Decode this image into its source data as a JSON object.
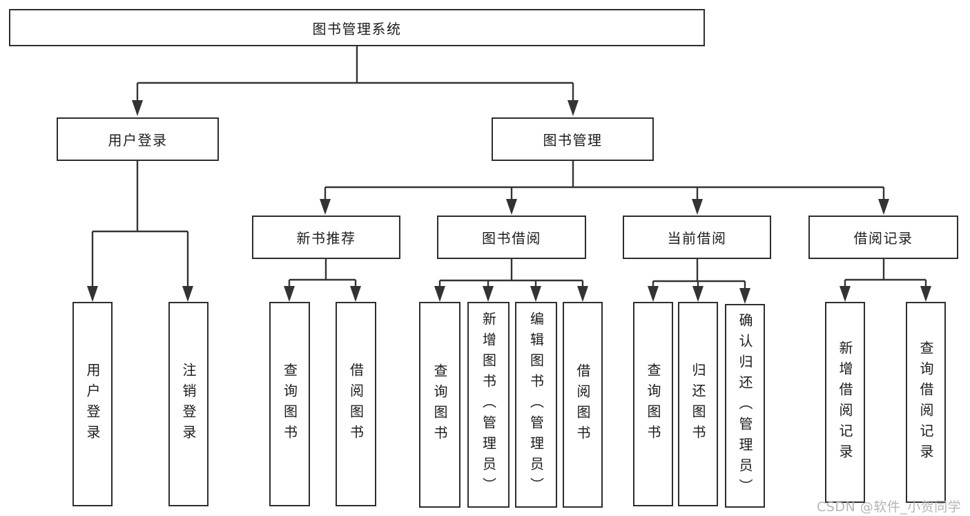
{
  "diagram": {
    "root": {
      "label": "图书管理系统"
    },
    "branches": [
      {
        "label": "用户登录"
      },
      {
        "label": "图书管理"
      }
    ],
    "modules": [
      {
        "label": "新书推荐"
      },
      {
        "label": "图书借阅"
      },
      {
        "label": "当前借阅"
      },
      {
        "label": "借阅记录"
      }
    ],
    "leaves": [
      {
        "label": "用户登录"
      },
      {
        "label": "注销登录"
      },
      {
        "label": "查询图书"
      },
      {
        "label": "借阅图书"
      },
      {
        "label": "查询图书"
      },
      {
        "label": "新增图书（管理员）"
      },
      {
        "label": "编辑图书（管理员）"
      },
      {
        "label": "借阅图书"
      },
      {
        "label": "查询图书"
      },
      {
        "label": "归还图书"
      },
      {
        "label": "确认归还（管理员）"
      },
      {
        "label": "新增借阅记录"
      },
      {
        "label": "查询借阅记录"
      }
    ]
  },
  "watermark": {
    "text": "CSDN @软件_小贺同学"
  },
  "colors": {
    "line": "#333333",
    "border": "#2d2d2d",
    "text": "#1c1c1c",
    "background": "#ffffff",
    "watermark": "#b5b5b5"
  }
}
